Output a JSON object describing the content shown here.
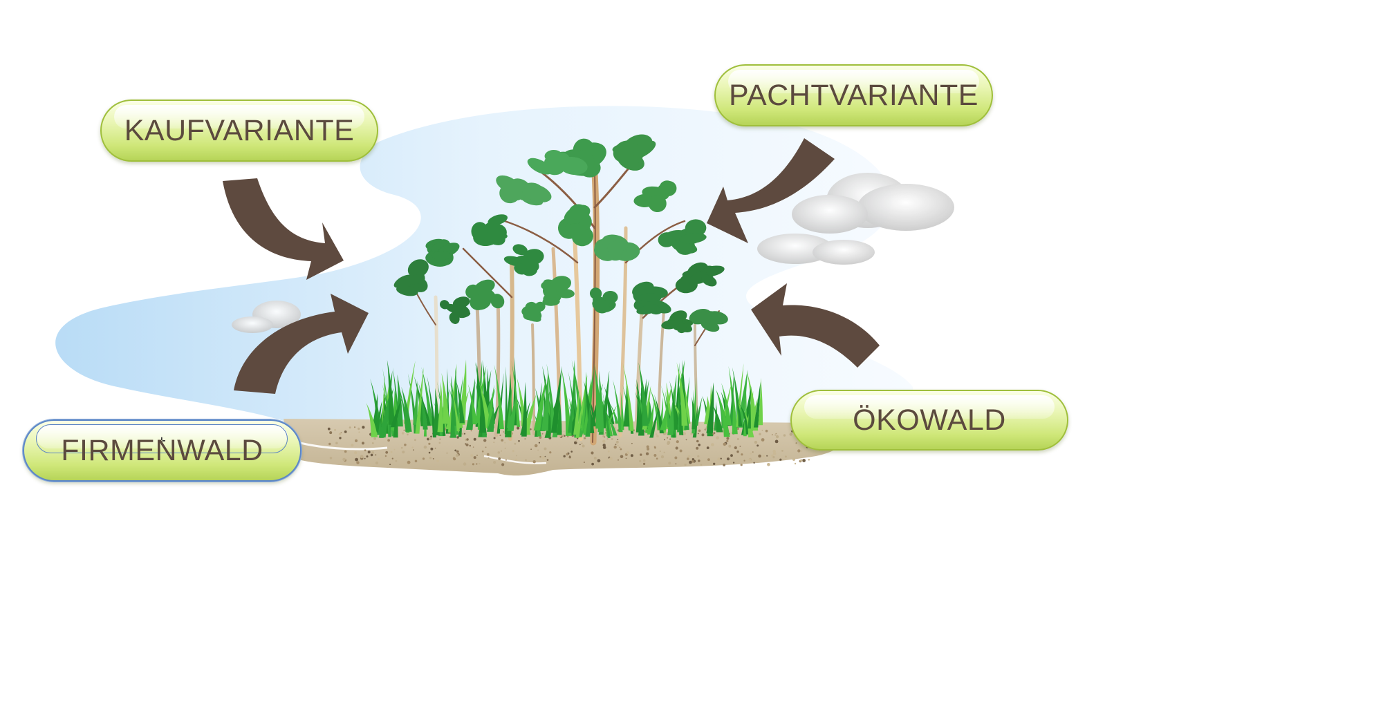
{
  "labels": {
    "kaufvariante": "KAUFVARIANTE",
    "pachtvariante": "PACHTVARIANTE",
    "firmenwald": "FIRMENWALD",
    "oekowald": "ÖKOWALD"
  },
  "colors": {
    "arrow": "#5e4a3f",
    "sky": "#cfe6f8",
    "ground": "#cfc1a6",
    "pill_top": "#f4fbd0",
    "pill_bottom": "#b9d65c",
    "label_text": "#5b4a3e",
    "foliage": "#3f9a4a",
    "grass": "#3cb341"
  },
  "icons": [
    "forest-illustration",
    "curved-arrow-icon",
    "cloud-icon",
    "text-cursor-icon"
  ]
}
